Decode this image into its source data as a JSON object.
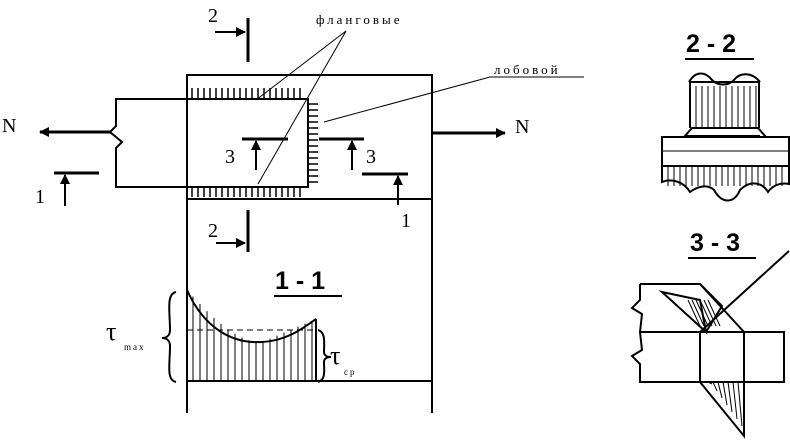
{
  "labels": {
    "flankovye": "фланговые",
    "lobovoy": "лобовой",
    "force": "N",
    "cut1": "1",
    "cut2": "2",
    "cut3": "3"
  },
  "sections": {
    "s11": "1 - 1",
    "s22": "2 - 2",
    "s33": "3 - 3"
  },
  "stress": {
    "tau": "τ",
    "max_sub": "max",
    "avg_sub": "ср"
  }
}
